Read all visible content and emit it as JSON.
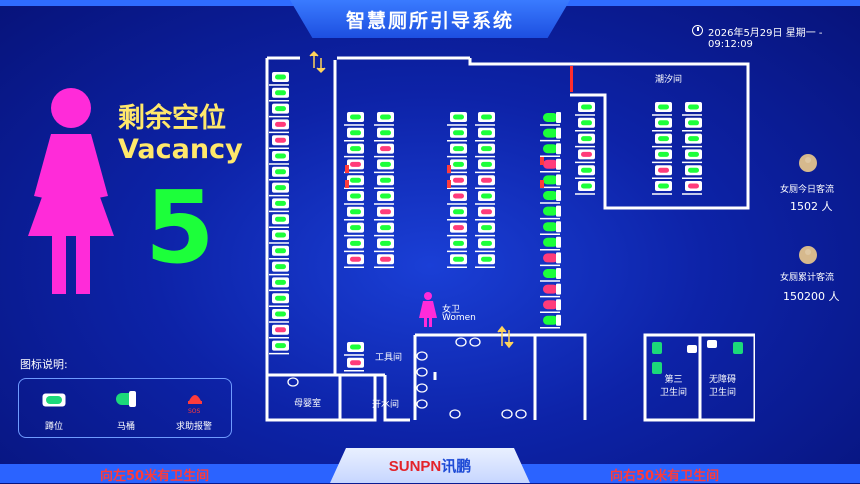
{
  "header": {
    "title": "智慧厕所引导系统",
    "datetime": "2026年5月29日 星期一 - 09:12:09"
  },
  "vacancy": {
    "label_cn": "剩余空位",
    "label_en": "Vacancy",
    "count": "5"
  },
  "legend": {
    "title": "图标说明:",
    "items": [
      {
        "label": "蹲位",
        "icon": "squat-toilet-icon"
      },
      {
        "label": "马桶",
        "icon": "sitting-toilet-icon"
      },
      {
        "label": "求助报警",
        "icon": "sos-alarm-icon",
        "badge": "SOS"
      }
    ]
  },
  "floor": {
    "rooms": {
      "tidal": "潮汐间",
      "women": "女卫",
      "women_en": "Women",
      "tool": "工具间",
      "baby": "母婴室",
      "water": "开水间",
      "third": "第三\n卫生间",
      "accessible": "无障碍\n卫生间"
    }
  },
  "stats": {
    "today_label": "女厕今日客流",
    "today_value": "1502 人",
    "total_label": "女厕累计客流",
    "total_value": "150200 人"
  },
  "footer": {
    "left": "向左50米有卫生间",
    "right": "向右50米有卫生间",
    "logo_a": "SUNPN",
    "logo_b": "讯鹏"
  },
  "colors": {
    "vacant": "#1cff3a",
    "occupied": "#ff3b7a",
    "accent": "#2f6cff",
    "vacancy_text": "#ffe86b"
  }
}
